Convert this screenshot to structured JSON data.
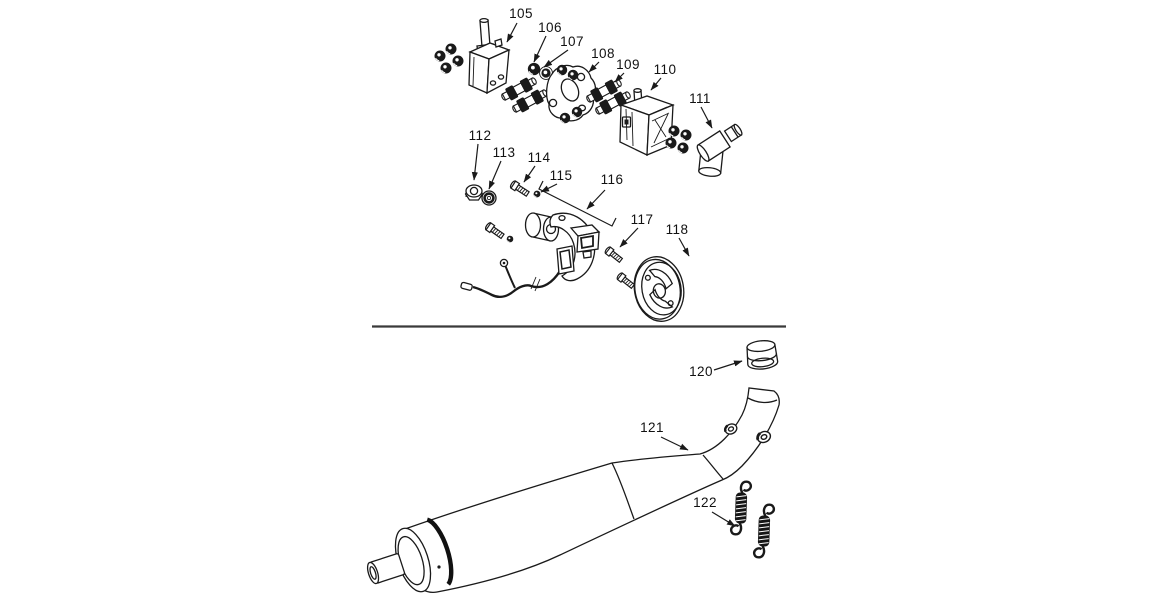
{
  "diagram": {
    "type": "exploded-parts-diagram",
    "colors": {
      "line": "#1a1a1a",
      "background": "#ffffff",
      "divider": "#3a3a3a"
    },
    "sections": {
      "count": 2
    },
    "parts": [
      {
        "number": "105",
        "name": "ignition-coil"
      },
      {
        "number": "106",
        "name": "nut"
      },
      {
        "number": "107",
        "name": "washer"
      },
      {
        "number": "108",
        "name": "insulator-gasket"
      },
      {
        "number": "109",
        "name": "mounting-isolator"
      },
      {
        "number": "110",
        "name": "carburetor"
      },
      {
        "number": "111",
        "name": "spark-plug-cap"
      },
      {
        "number": "112",
        "name": "hex-nut"
      },
      {
        "number": "113",
        "name": "washer"
      },
      {
        "number": "114",
        "name": "bolt"
      },
      {
        "number": "115",
        "name": "nut"
      },
      {
        "number": "116",
        "name": "magneto-stator-assembly"
      },
      {
        "number": "117",
        "name": "bolt"
      },
      {
        "number": "118",
        "name": "flywheel-cover"
      },
      {
        "number": "120",
        "name": "exhaust-pipe-collar"
      },
      {
        "number": "121",
        "name": "exhaust-muffler"
      },
      {
        "number": "122",
        "name": "muffler-spring"
      }
    ]
  }
}
